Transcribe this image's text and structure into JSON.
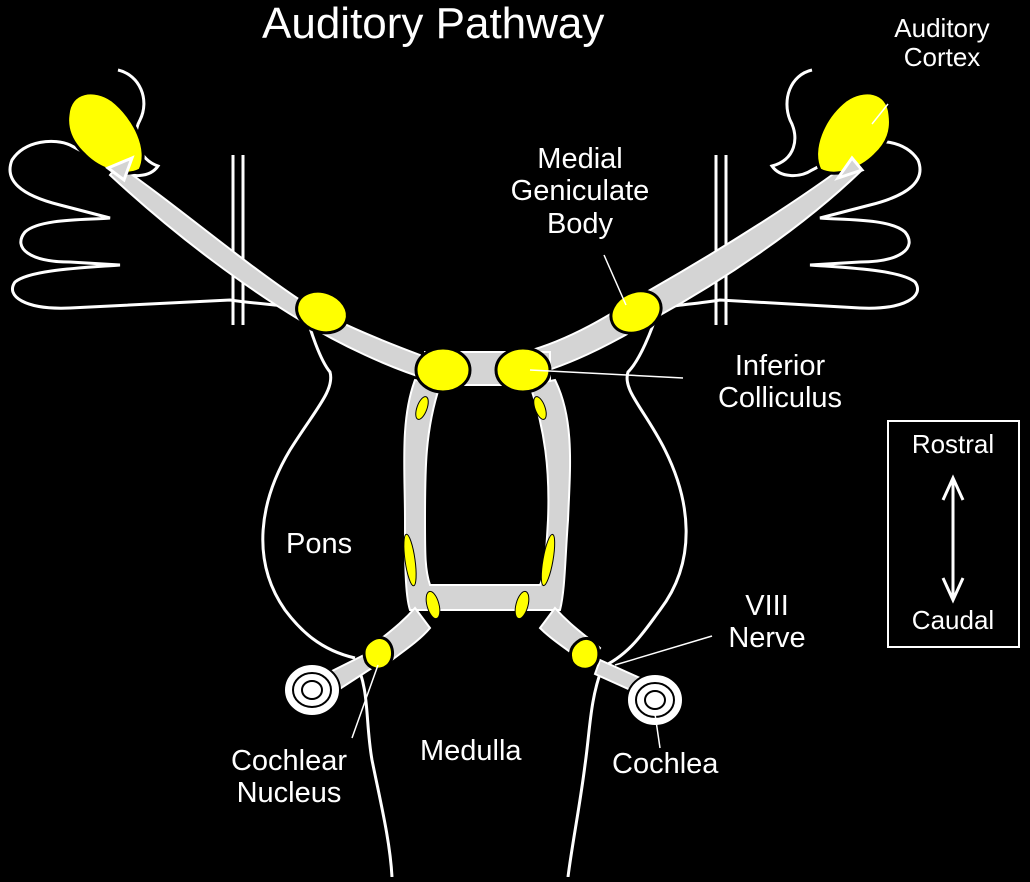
{
  "title": "Auditory Pathway",
  "labels": {
    "auditory_cortex": [
      "Auditory",
      "Cortex"
    ],
    "medial_geniculate_body": [
      "Medial",
      "Geniculate",
      "Body"
    ],
    "inferior_colliculus": [
      "Inferior",
      "Colliculus"
    ],
    "pons": "Pons",
    "viii_nerve": [
      "VIII",
      "Nerve"
    ],
    "cochlear_nucleus": [
      "Cochlear",
      "Nucleus"
    ],
    "medulla": "Medulla",
    "cochlea": "Cochlea"
  },
  "orientation": {
    "top": "Rostral",
    "bottom": "Caudal"
  },
  "colors": {
    "background": "#000000",
    "outline": "#ffffff",
    "pathway": "#d4d4d4",
    "nucleus": "#ffff00"
  }
}
